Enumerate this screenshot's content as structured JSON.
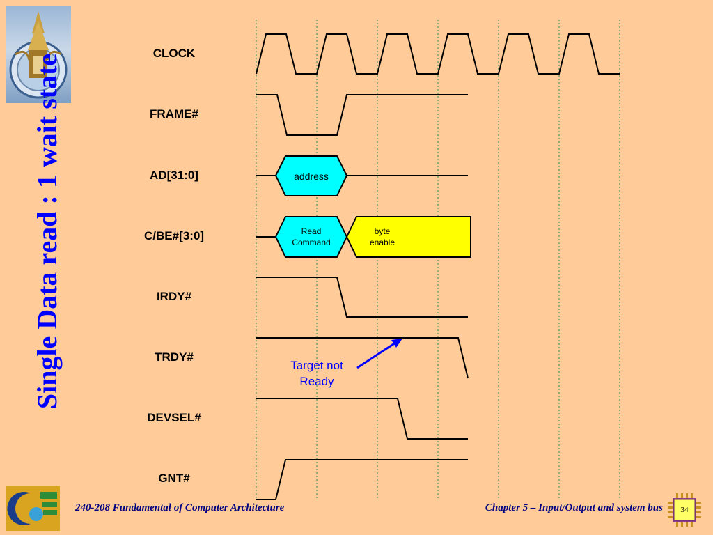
{
  "title": "Single Data read : 1 wait state",
  "signals": [
    "CLOCK",
    "FRAME#",
    "AD[31:0]",
    "C/BE#[3:0]",
    "IRDY#",
    "TRDY#",
    "DEVSEL#",
    "GNT#"
  ],
  "bus_labels": {
    "address": "address",
    "read_command_line1": "Read",
    "read_command_line2": "Command",
    "byte_enable_line1": "byte",
    "byte_enable_line2": "enable"
  },
  "annotation": {
    "line1": "Target not",
    "line2": "Ready"
  },
  "footer": {
    "course_number": "240-",
    "course_rest": "208 Fundamental of Computer Architecture",
    "chapter": "Chapter 5 – Input/Output and system bus",
    "page": "34"
  },
  "colors": {
    "background": "#FFCC99",
    "title": "#0000FF",
    "footer_text": "#000080",
    "address_fill": "#00FFFF",
    "byte_enable_fill": "#FFFF00",
    "grid_line": "#2E8B57",
    "arrow": "#0000FF"
  }
}
